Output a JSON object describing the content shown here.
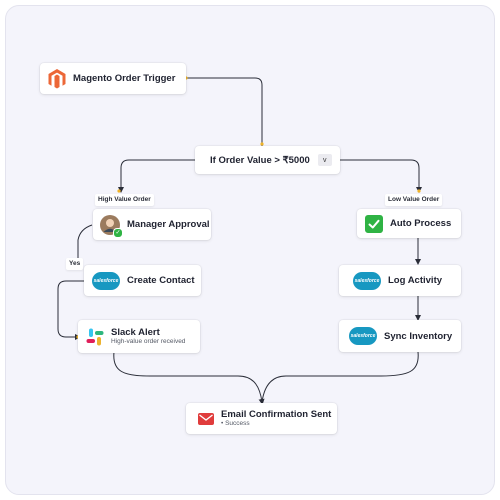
{
  "trigger": {
    "label": "Magento Order Trigger",
    "icon": "magento-icon"
  },
  "condition": {
    "label": "If Order Value > ₹5000",
    "dropdown_glyph": "v"
  },
  "branches": {
    "high": "High Value Order",
    "low": "Low Value Order",
    "yes": "Yes"
  },
  "left_flow": {
    "approval": {
      "label": "Manager Approval",
      "icon": "avatar"
    },
    "contact": {
      "label": "Create Contact",
      "icon": "salesforce-icon",
      "logo_text": "salesforce"
    },
    "slack": {
      "label": "Slack Alert",
      "sub": "High-value order received",
      "icon": "slack-icon"
    }
  },
  "right_flow": {
    "auto": {
      "label": "Auto Process",
      "icon": "checkmark-icon"
    },
    "log": {
      "label": "Log Activity",
      "icon": "salesforce-icon",
      "logo_text": "salesforce"
    },
    "sync": {
      "label": "Sync Inventory",
      "icon": "salesforce-icon",
      "logo_text": "salesforce"
    }
  },
  "final": {
    "label": "Email Confirmation Sent",
    "sub": "• Success",
    "icon": "email-icon"
  },
  "colors": {
    "magento": "#ec6737",
    "salesforce": "#1798c1",
    "check": "#2fb344",
    "email": "#e03c3c",
    "connector_dot": "#f0b429",
    "wire": "#2a2d38"
  }
}
